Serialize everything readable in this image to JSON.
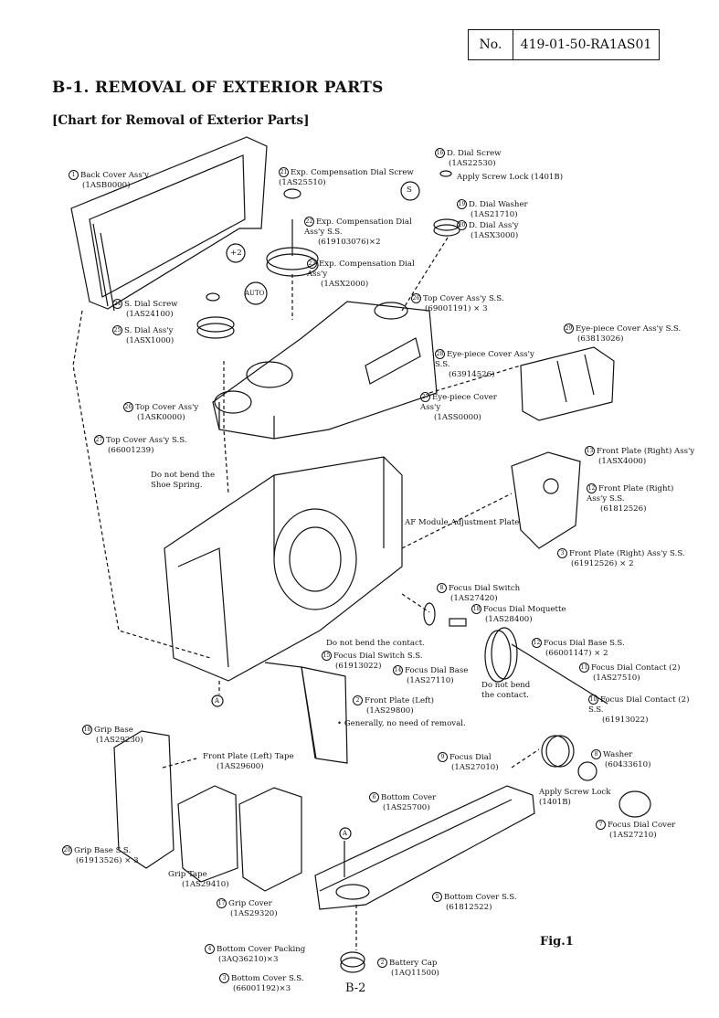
{
  "doc": {
    "no_label": "No.",
    "no_value": "419-01-50-RA1AS01"
  },
  "title": "B-1.  REMOVAL OF EXTERIOR PARTS",
  "subtitle": "[Chart for Removal of Exterior Parts]",
  "labels": [
    {
      "num": "1",
      "name": "Back Cover Ass'y",
      "pn": "(1ASB0000)"
    },
    {
      "num": "21",
      "name": "Exp. Compensation Dial Screw",
      "pn": "(1AS25510)"
    },
    {
      "num": "22",
      "name": "Exp. Compensation Dial Ass'y S.S.",
      "pn": "(619103076)×2"
    },
    {
      "num": "23",
      "name": "Exp. Compensation Dial Ass'y",
      "pn": "(1ASX2000)"
    },
    {
      "num": "16",
      "name": "D. Dial Screw",
      "pn": "(1AS22530)"
    },
    {
      "num": "",
      "name": "Apply Screw Lock (1401B)",
      "pn": ""
    },
    {
      "num": "19",
      "name": "D. Dial Washer",
      "pn": "(1AS21710)"
    },
    {
      "num": "20",
      "name": "D. Dial Ass'y",
      "pn": "(1ASX3000)"
    },
    {
      "num": "24",
      "name": "S. Dial Screw",
      "pn": "(1AS24100)"
    },
    {
      "num": "25",
      "name": "S. Dial Ass'y",
      "pn": "(1ASX1000)"
    },
    {
      "num": "26",
      "name": "Top Cover Ass'y S.S.",
      "pn": "(69001191) × 3"
    },
    {
      "num": "29",
      "name": "Eye-piece Cover Ass'y S.S.",
      "pn": "(63813026)"
    },
    {
      "num": "28",
      "name": "Eye-piece Cover Ass'y S.S.",
      "pn": "(63914526)"
    },
    {
      "num": "27",
      "name": "Eye-piece Cover Ass'y",
      "pn": "(1ASS0000)"
    },
    {
      "num": "26",
      "name": "Top Cover Ass'y",
      "pn": "(1ASK0000)"
    },
    {
      "num": "27",
      "name": "Top Cover Ass'y S.S.",
      "pn": "(66001239)"
    },
    {
      "num": "",
      "name": "Do not bend the Shoe Spring.",
      "pn": ""
    },
    {
      "num": "",
      "name": "AF Module Adjustment Plate",
      "pn": ""
    },
    {
      "num": "13",
      "name": "Front Plate (Right) Ass'y",
      "pn": "(1ASX4000)"
    },
    {
      "num": "12",
      "name": "Front Plate (Right) Ass'y S.S.",
      "pn": "(61812526)"
    },
    {
      "num": "3",
      "name": "Front Plate (Right) Ass'y S.S.",
      "pn": "(61912526) × 2"
    },
    {
      "num": "8",
      "name": "Focus Dial Switch",
      "pn": "(1AS27420)"
    },
    {
      "num": "18",
      "name": "Focus Dial Moquette",
      "pn": "(1AS28400)"
    },
    {
      "num": "",
      "name": "Do not bend the contact.",
      "pn": ""
    },
    {
      "num": "12",
      "name": "Focus Dial Base S.S.",
      "pn": "(66001147) × 2"
    },
    {
      "num": "15",
      "name": "Focus Dial Switch S.S.",
      "pn": "(61913022)"
    },
    {
      "num": "14",
      "name": "Focus Dial Base",
      "pn": "(1AS27110)"
    },
    {
      "num": "11",
      "name": "Focus Dial Contact (2)",
      "pn": "(1AS27510)"
    },
    {
      "num": "",
      "name": "Do not bend the contact.",
      "pn": ""
    },
    {
      "num": "10",
      "name": "Focus Dial Contact (2) S.S.",
      "pn": "(61913022)"
    },
    {
      "num": "2",
      "name": "Front Plate (Left)",
      "pn": "(1AS29800)"
    },
    {
      "num": "",
      "name": "• Generally, no need of removal.",
      "pn": ""
    },
    {
      "num": "18",
      "name": "Grip Base",
      "pn": "(1AS29230)"
    },
    {
      "num": "",
      "name": "Front Plate (Left) Tape",
      "pn": "(1AS29600)"
    },
    {
      "num": "9",
      "name": "Focus Dial",
      "pn": "(1AS27010)"
    },
    {
      "num": "8",
      "name": "Washer",
      "pn": "(60433610)"
    },
    {
      "num": "",
      "name": "Apply Screw Lock (1401B)",
      "pn": ""
    },
    {
      "num": "7",
      "name": "Focus Dial Cover",
      "pn": "(1AS27210)"
    },
    {
      "num": "6",
      "name": "Bottom Cover",
      "pn": "(1AS25700)"
    },
    {
      "num": "20",
      "name": "Grip Base S.S.",
      "pn": "(61913526) × 3"
    },
    {
      "num": "",
      "name": "Grip Tape",
      "pn": "(1AS29410)"
    },
    {
      "num": "17",
      "name": "Grip Cover",
      "pn": "(1AS29320)"
    },
    {
      "num": "5",
      "name": "Bottom Cover S.S.",
      "pn": "(61812522)"
    },
    {
      "num": "4",
      "name": "Bottom Cover Packing",
      "pn": "(3AQ36210)×3"
    },
    {
      "num": "2",
      "name": "Battery Cap",
      "pn": "(1AQ11500)"
    },
    {
      "num": "3",
      "name": "Bottom Cover S.S.",
      "pn": "(66001192)×3"
    }
  ],
  "markers": {
    "s": "S",
    "auto": "AUTO",
    "plus2": "+2",
    "a": "A"
  },
  "fig": "Fig.1",
  "page": "B-2"
}
